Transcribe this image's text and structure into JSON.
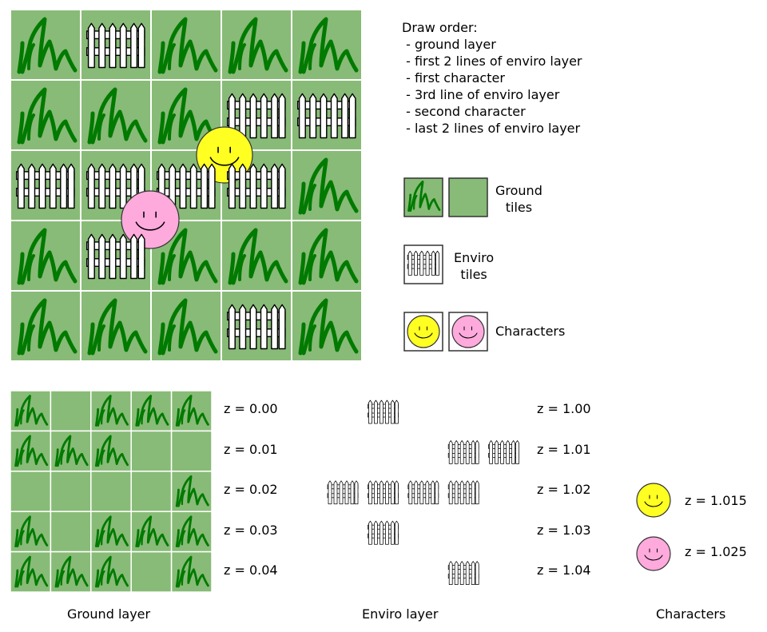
{
  "main_grid": [
    [
      "grass",
      "fence",
      "grass",
      "grass",
      "grass"
    ],
    [
      "grass",
      "grass",
      "grass",
      "fence",
      "fence"
    ],
    [
      "fence",
      "fence",
      "fence",
      "fence",
      "grass"
    ],
    [
      "grass",
      "fence",
      "grass",
      "grass",
      "grass"
    ],
    [
      "grass",
      "grass",
      "grass",
      "fence",
      "grass"
    ]
  ],
  "draw_order": {
    "title": "Draw order:",
    "items": [
      " - ground layer",
      " - first 2 lines of enviro layer",
      " - first character",
      " - 3rd line of enviro layer",
      " - second character",
      " - last 2 lines of enviro layer"
    ]
  },
  "legend": {
    "ground": "Ground\ntiles",
    "enviro": "Enviro\ntiles",
    "characters": "Characters"
  },
  "characters": [
    {
      "name": "first",
      "color": "#ffff22"
    },
    {
      "name": "second",
      "color": "#ffaadd"
    }
  ],
  "ground_layer": {
    "caption": "Ground layer",
    "rows": [
      [
        "grass",
        "plain",
        "grass",
        "grass",
        "grass"
      ],
      [
        "grass",
        "grass",
        "grass",
        "plain",
        "plain"
      ],
      [
        "plain",
        "plain",
        "plain",
        "plain",
        "grass"
      ],
      [
        "grass",
        "plain",
        "grass",
        "grass",
        "grass"
      ],
      [
        "grass",
        "grass",
        "grass",
        "plain",
        "grass"
      ]
    ],
    "z_labels": [
      "z = 0.00",
      "z = 0.01",
      "z = 0.02",
      "z = 0.03",
      "z = 0.04"
    ]
  },
  "enviro_layer": {
    "caption": "Enviro layer",
    "rows": [
      [
        0,
        1,
        0,
        0,
        0
      ],
      [
        0,
        0,
        0,
        1,
        1
      ],
      [
        1,
        1,
        1,
        1,
        0
      ],
      [
        0,
        1,
        0,
        0,
        0
      ],
      [
        0,
        0,
        0,
        1,
        0
      ]
    ],
    "z_labels": [
      "z = 1.00",
      "z = 1.01",
      "z = 1.02",
      "z = 1.03",
      "z = 1.04"
    ]
  },
  "characters_panel": {
    "caption": "Characters",
    "z_labels": [
      "z = 1.015",
      "z = 1.025"
    ]
  },
  "colors": {
    "tile_green": "#88bb77",
    "grass_stroke": "#007a00",
    "fence_fill": "#ffffff",
    "yellow": "#ffff22",
    "pink": "#ffaadd"
  }
}
